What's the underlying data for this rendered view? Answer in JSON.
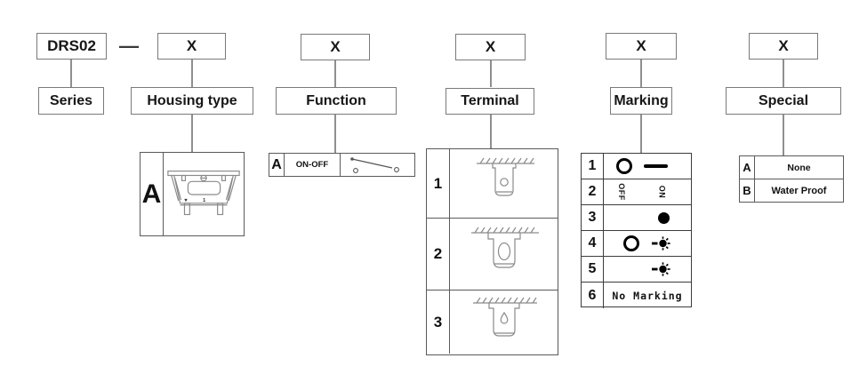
{
  "header": {
    "series_code": "DRS02",
    "separator": "—",
    "series_label": "Series"
  },
  "columns": [
    {
      "code": "X",
      "label": "Housing type"
    },
    {
      "code": "X",
      "label": "Function"
    },
    {
      "code": "X",
      "label": "Terminal"
    },
    {
      "code": "X",
      "label": "Marking"
    },
    {
      "code": "X",
      "label": "Special"
    }
  ],
  "housing": {
    "rows": [
      {
        "key": "A",
        "image": "rocker-switch-front-view",
        "panel_marking": "1"
      }
    ]
  },
  "function": {
    "rows": [
      {
        "key": "A",
        "value": "ON-OFF",
        "symbol": "spst-switch-schematic"
      }
    ]
  },
  "terminal": {
    "rows": [
      {
        "key": "1",
        "image": "solder-terminal-round-hole"
      },
      {
        "key": "2",
        "image": "quick-connect-terminal-oval-hole"
      },
      {
        "key": "3",
        "image": "quick-connect-terminal-keyhole"
      }
    ]
  },
  "marking": {
    "rows": [
      {
        "key": "1",
        "left_symbol": "circle-outline",
        "right_symbol": "dash"
      },
      {
        "key": "2",
        "left_text": "OFF",
        "right_text": "ON"
      },
      {
        "key": "3",
        "right_symbol": "filled-circle"
      },
      {
        "key": "4",
        "left_symbol": "circle-outline",
        "right_symbol": "lamp"
      },
      {
        "key": "5",
        "right_symbol": "lamp"
      },
      {
        "key": "6",
        "text": "No Marking"
      }
    ]
  },
  "special": {
    "rows": [
      {
        "key": "A",
        "value": "None"
      },
      {
        "key": "B",
        "value": "Water Proof"
      }
    ]
  }
}
